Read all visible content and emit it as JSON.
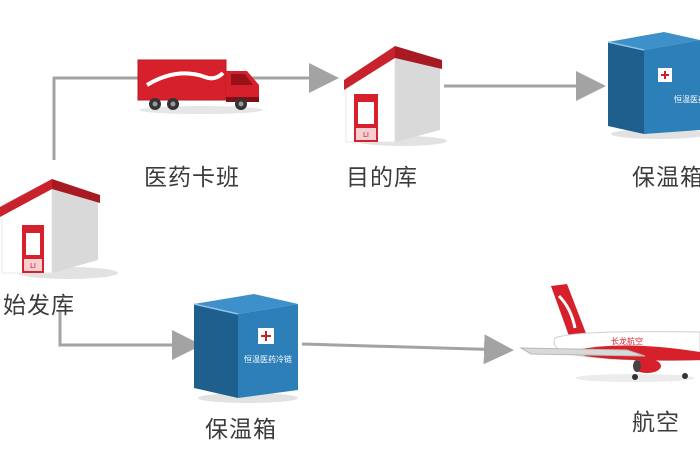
{
  "nodes": {
    "origin_warehouse": {
      "label": "始发库",
      "box_text": "LI"
    },
    "pharma_truck": {
      "label": "医药卡班"
    },
    "destination_warehouse": {
      "label": "目的库",
      "box_text": "LI"
    },
    "cold_box_top": {
      "label": "保温箱",
      "box_text": "恒温医药冷链"
    },
    "cold_box_bottom": {
      "label": "保温箱",
      "box_text": "恒温医药冷链"
    },
    "aviation": {
      "label": "航空",
      "plane_text": "长龙航空"
    }
  },
  "colors": {
    "brand_red": "#d6202b",
    "roof_red": "#c8222c",
    "box_blue": "#2d7fb8",
    "box_blue_dark": "#1f5f8e",
    "connector_gray": "#a3a3a3",
    "label_text": "#3c3c3c"
  },
  "icons": [
    "warehouse-icon",
    "truck-icon",
    "insulated-box-icon",
    "airplane-icon"
  ]
}
